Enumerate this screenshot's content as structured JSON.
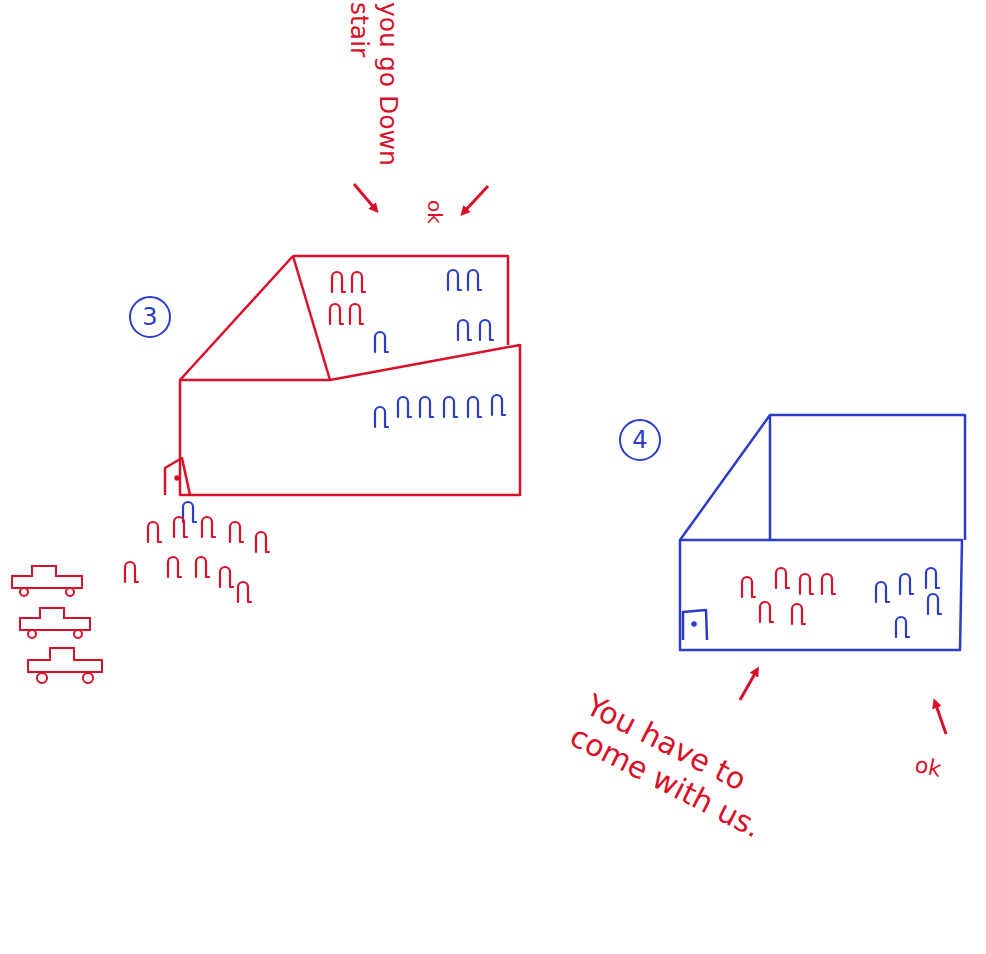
{
  "diagram": {
    "nodes": [
      {
        "text": [
          "3"
        ]
      },
      {
        "text": [
          "4"
        ]
      }
    ],
    "labels": [
      "you go Down stair",
      "ok",
      "You have to come with us.",
      "ok"
    ]
  }
}
